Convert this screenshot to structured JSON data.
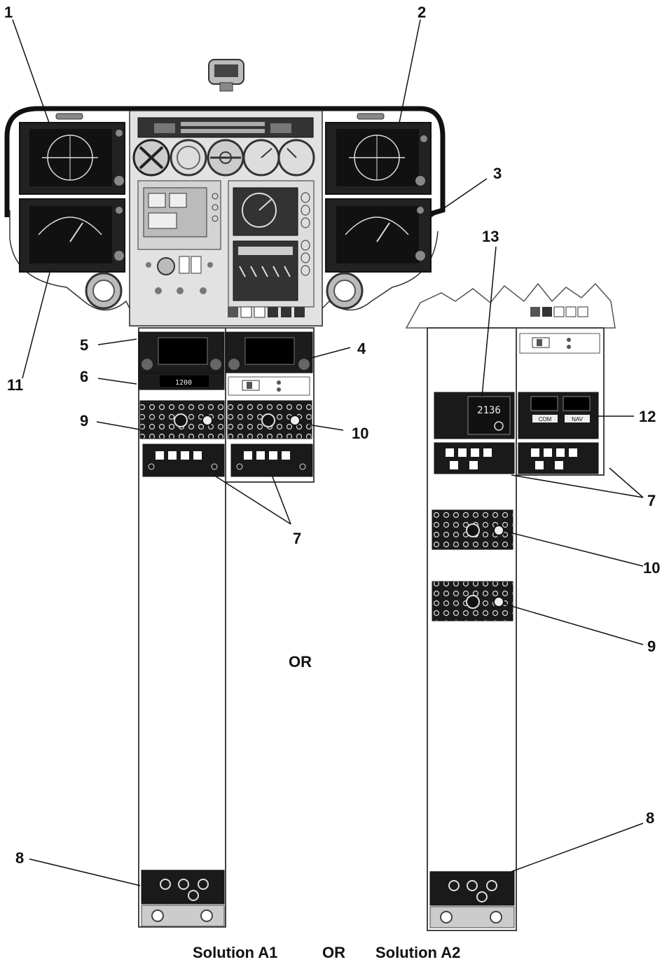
{
  "callouts": {
    "n1": "1",
    "n2": "2",
    "n3": "3",
    "n4": "4",
    "n5": "5",
    "n6": "6",
    "n7a": "7",
    "n7b": "7",
    "n8a": "8",
    "n8b": "8",
    "n9a": "9",
    "n9b": "9",
    "n10a": "10",
    "n10b": "10",
    "n11": "11",
    "n12": "12",
    "n13": "13"
  },
  "middle_label": "OR",
  "caption": {
    "left": "Solution A1",
    "or": "OR",
    "right": "Solution A2"
  },
  "panel_text": {
    "transponder_code": "1200",
    "nav_display": "2136",
    "com_label": "COM",
    "nav_label": "NAV"
  }
}
